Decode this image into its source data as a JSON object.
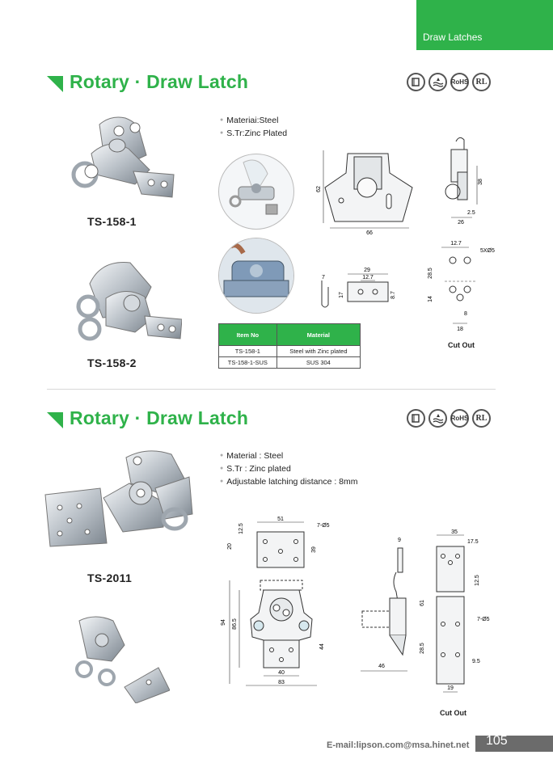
{
  "header": {
    "tab_label": "Draw Latches"
  },
  "section1": {
    "title": "Rotary · Draw Latch",
    "bullets": [
      "Materiai:Steel",
      "S.Tr:Zinc Plated"
    ],
    "models": [
      "TS-158-1",
      "TS-158-2"
    ],
    "table": {
      "headers": [
        "Item No",
        "Material"
      ],
      "rows": [
        [
          "TS-158-1",
          "Steel with Zinc plated"
        ],
        [
          "TS-158-1-SUS",
          "SUS 304"
        ]
      ]
    },
    "dims": {
      "front_height": "62",
      "front_width": "66",
      "side_height": "38",
      "side_d1": "2.5",
      "side_width": "26",
      "keeper_w": "29",
      "keeper_hole": "12.7",
      "keeper_h": "8.7",
      "keeper_side": "17",
      "hook": "7",
      "cut_top": "12.7",
      "cut_holes": "5XØ5",
      "cut_v1": "28.5",
      "cut_v2": "14",
      "cut_h1": "8",
      "cut_h2": "18"
    },
    "cutout_label": "Cut Out"
  },
  "section2": {
    "title": "Rotary · Draw Latch",
    "bullets": [
      "Material : Steel",
      "S.Tr : Zinc plated",
      "Adjustable latching distance : 8mm"
    ],
    "model": "TS-2011",
    "dims": {
      "plate_w": "51",
      "plate_v1": "12.5",
      "plate_v2": "20",
      "plate_h": "39",
      "plate_holes": "7-Ø5",
      "body_94": "94",
      "body_86": "86.5",
      "body_44": "44",
      "body_40": "40",
      "body_83": "83",
      "side_9": "9",
      "side_46": "46",
      "cut_35": "35",
      "cut_175": "17.5",
      "cut_125": "12.5",
      "cut_61": "61",
      "cut_holes": "7-Ø5",
      "cut_285": "28.5",
      "cut_95": "9.5",
      "cut_19": "19"
    },
    "cutout_label": "Cut Out"
  },
  "certs": [
    "water-icon",
    "rohs-badge",
    "rl-badge",
    "salt-spray-icon"
  ],
  "footer": {
    "email": "E-mail:lipson.com@msa.hinet.net",
    "page": "105"
  },
  "colors": {
    "accent": "#2fb24a",
    "footer_gray": "#6b6b6b"
  }
}
